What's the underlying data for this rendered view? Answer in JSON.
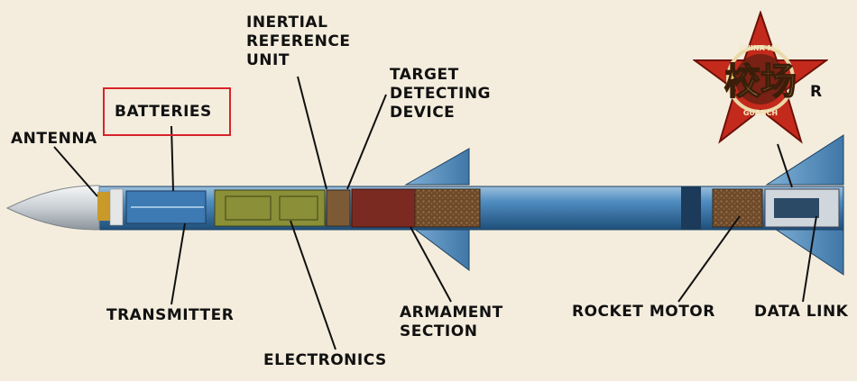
{
  "labels": {
    "antenna": "ANTENNA",
    "batteries": "BATTERIES",
    "inertial": "INERTIAL\nREFERENCE\nUNIT",
    "target": "TARGET\nDETECTING\nDEVICE",
    "transmitter": "TRANSMITTER",
    "electronics": "ELECTRONICS",
    "armament": "ARMAMENT\nSECTION",
    "rocket_motor": "ROCKET MOTOR",
    "data_link": "DATA LINK",
    "partial_right": "R"
  },
  "watermark": {
    "glyphs": "校场",
    "ring_text_top": "CHINA MIL",
    "ring_text_bottom": "GUANCH"
  },
  "colors": {
    "background": "#f4eddd",
    "highlight_box": "#d8232a",
    "body_blue": "#4a86b8",
    "armament_red": "#7b2a22",
    "electronics_olive": "#8a8f38",
    "star_red": "#c42a1c"
  }
}
